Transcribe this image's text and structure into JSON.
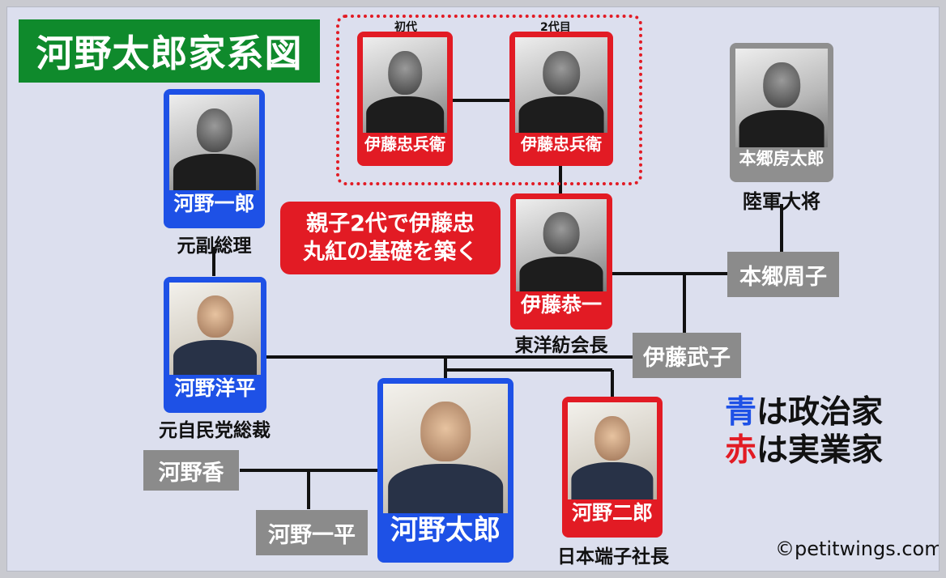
{
  "title": "河野太郎家系図",
  "generation_labels": {
    "first": "初代",
    "second": "2代目"
  },
  "people": {
    "ichiro": {
      "name": "河野一郎",
      "caption": "元副総理",
      "color": "#1e51e6"
    },
    "yohei": {
      "name": "河野洋平",
      "caption": "元自民党総裁",
      "color": "#1e51e6"
    },
    "taro": {
      "name": "河野太郎",
      "color": "#1e51e6"
    },
    "chubei1": {
      "name": "伊藤忠兵衛",
      "color": "#e21b24"
    },
    "chubei2": {
      "name": "伊藤忠兵衛",
      "color": "#e21b24"
    },
    "kyoichi": {
      "name": "伊藤恭一",
      "caption": "東洋紡会長",
      "color": "#e21b24"
    },
    "jiro": {
      "name": "河野二郎",
      "caption": "日本端子社長",
      "color": "#e21b24"
    },
    "hongo": {
      "name": "本郷房太郎",
      "caption": "陸軍大将",
      "color": "#8f8f8f"
    }
  },
  "tags": {
    "hongo_shuko": "本郷周子",
    "ito_takeko": "伊藤武子",
    "kono_kaori": "河野香",
    "kono_ippei": "河野一平"
  },
  "callout": {
    "line1": "親子2代で伊藤忠",
    "line2": "丸紅の基礎を築く"
  },
  "legend": {
    "blue_word": "青",
    "blue_rest": "は政治家",
    "red_word": "赤",
    "red_rest": "は実業家"
  },
  "credit": "©petitwings.com"
}
